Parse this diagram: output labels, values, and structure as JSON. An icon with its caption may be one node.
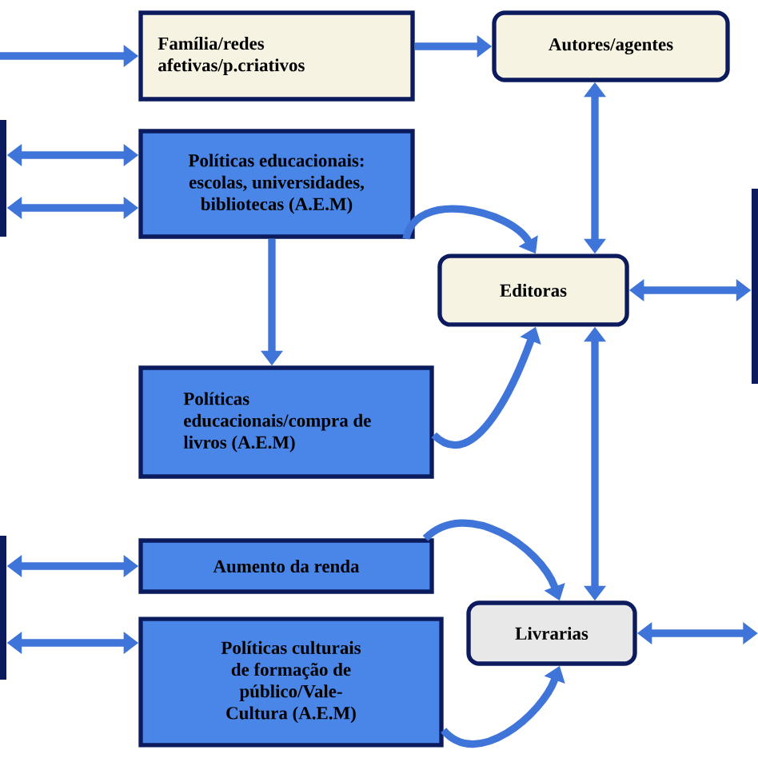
{
  "diagram": {
    "nodes": [
      {
        "text": [
          "Família/redes afetivas/p.criativos"
        ]
      },
      {
        "text": [
          "Autores/agentes"
        ]
      },
      {
        "text": [
          "Políticas educacionais: escolas, universidades, bibliotecas (A.E.M)"
        ]
      },
      {
        "text": [
          "Editoras"
        ]
      },
      {
        "text": [
          "Políticas educacionais/compra de livros (A.E.M)"
        ]
      },
      {
        "text": [
          "Aumento da renda"
        ]
      },
      {
        "text": [
          "Livrarias"
        ]
      },
      {
        "text": [
          "Políticas culturais de formação de público/Vale-Cultura (A.E.M)"
        ]
      },
      {
        "text": [],
        "shape": "bar"
      },
      {
        "text": [],
        "shape": "bar"
      },
      {
        "text": [],
        "shape": "bar"
      }
    ],
    "edges": [
      {
        "from": null,
        "to": 0,
        "arrow": "to"
      },
      {
        "from": 0,
        "to": 1,
        "arrow": "to"
      },
      {
        "from": 1,
        "to": 3,
        "arrow": "both"
      },
      {
        "from": 8,
        "to": 2,
        "arrow": "both"
      },
      {
        "from": 8,
        "to": 2,
        "arrow": "both"
      },
      {
        "from": 2,
        "to": 3,
        "arrow": "to"
      },
      {
        "from": 2,
        "to": 4,
        "arrow": "to"
      },
      {
        "from": 4,
        "to": 3,
        "arrow": "to"
      },
      {
        "from": 3,
        "to": 10,
        "arrow": "both"
      },
      {
        "from": 3,
        "to": 6,
        "arrow": "both"
      },
      {
        "from": 9,
        "to": 5,
        "arrow": "both"
      },
      {
        "from": 9,
        "to": 7,
        "arrow": "both"
      },
      {
        "from": 5,
        "to": 6,
        "arrow": "to"
      },
      {
        "from": 7,
        "to": 6,
        "arrow": "to"
      },
      {
        "from": 6,
        "to": null,
        "arrow": "both"
      }
    ]
  }
}
